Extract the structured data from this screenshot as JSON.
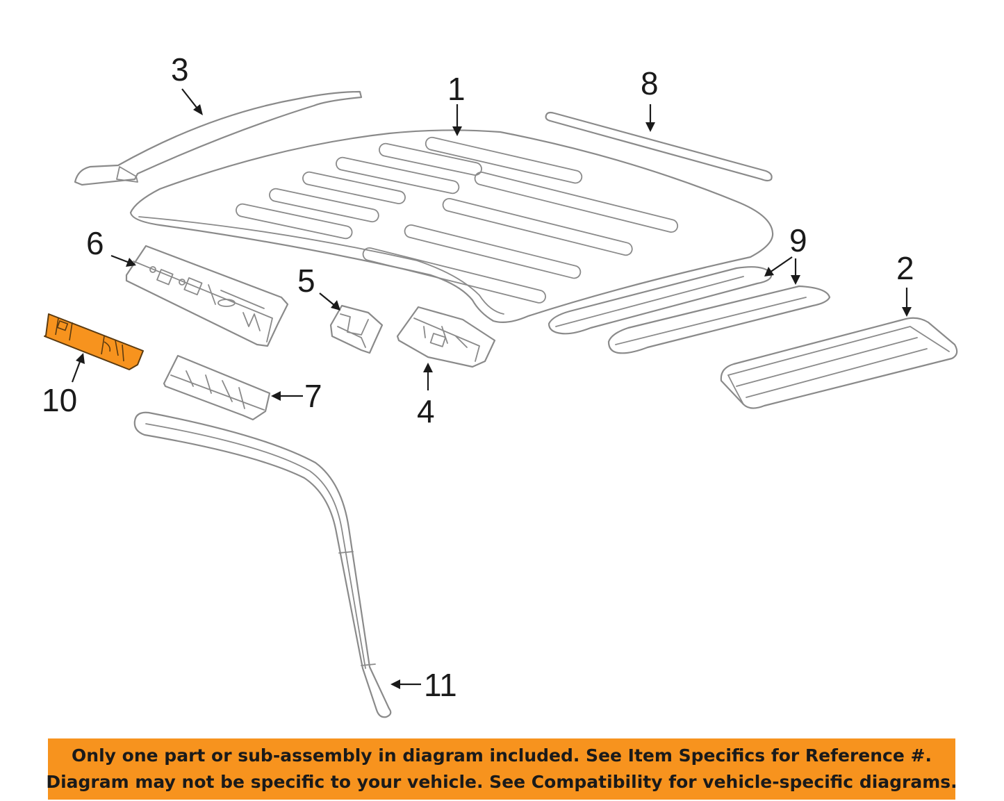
{
  "callouts": [
    {
      "id": "1",
      "label": "1"
    },
    {
      "id": "2",
      "label": "2"
    },
    {
      "id": "3",
      "label": "3"
    },
    {
      "id": "4",
      "label": "4"
    },
    {
      "id": "5",
      "label": "5"
    },
    {
      "id": "6",
      "label": "6"
    },
    {
      "id": "7",
      "label": "7"
    },
    {
      "id": "8",
      "label": "8"
    },
    {
      "id": "9",
      "label": "9"
    },
    {
      "id": "10",
      "label": "10"
    },
    {
      "id": "11",
      "label": "11"
    }
  ],
  "highlighted_part": "10",
  "colors": {
    "highlight": "#f7931e",
    "banner": "#f7931e",
    "line_art": "#8a8a8a",
    "text": "#1a1a1a"
  },
  "disclaimer": {
    "line1": "Only one part or sub-assembly in diagram included. See Item Specifics for Reference #.",
    "line2": "Diagram may not be specific to your vehicle. See Compatibility for vehicle-specific diagrams."
  }
}
